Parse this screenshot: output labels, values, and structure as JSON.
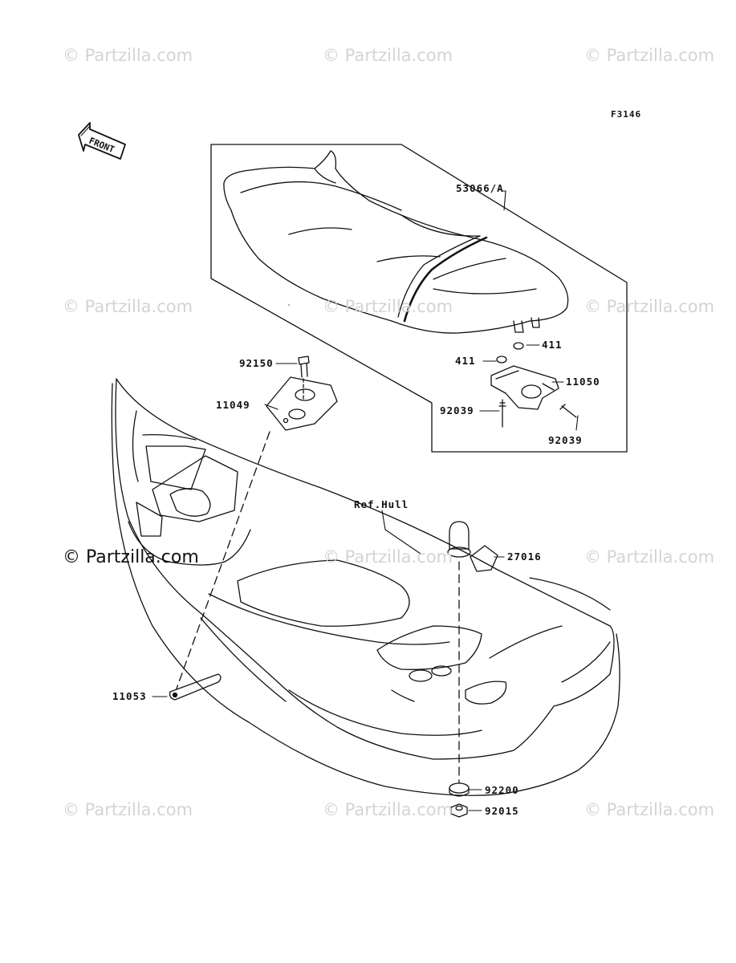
{
  "figure_code": "F3146",
  "front_label": "FRONT",
  "watermark_text": "© Partzilla.com",
  "callouts": [
    {
      "id": "c53066",
      "label": "53066/A"
    },
    {
      "id": "c411a",
      "label": "411"
    },
    {
      "id": "c411b",
      "label": "411"
    },
    {
      "id": "c11050",
      "label": "11050"
    },
    {
      "id": "c92039a",
      "label": "92039"
    },
    {
      "id": "c92039b",
      "label": "92039"
    },
    {
      "id": "c92150",
      "label": "92150"
    },
    {
      "id": "c11049",
      "label": "11049"
    },
    {
      "id": "cref",
      "label": "Ref.Hull"
    },
    {
      "id": "c27016",
      "label": "27016"
    },
    {
      "id": "c11053",
      "label": "11053"
    },
    {
      "id": "c92200",
      "label": "92200"
    },
    {
      "id": "c92015",
      "label": "92015"
    }
  ]
}
